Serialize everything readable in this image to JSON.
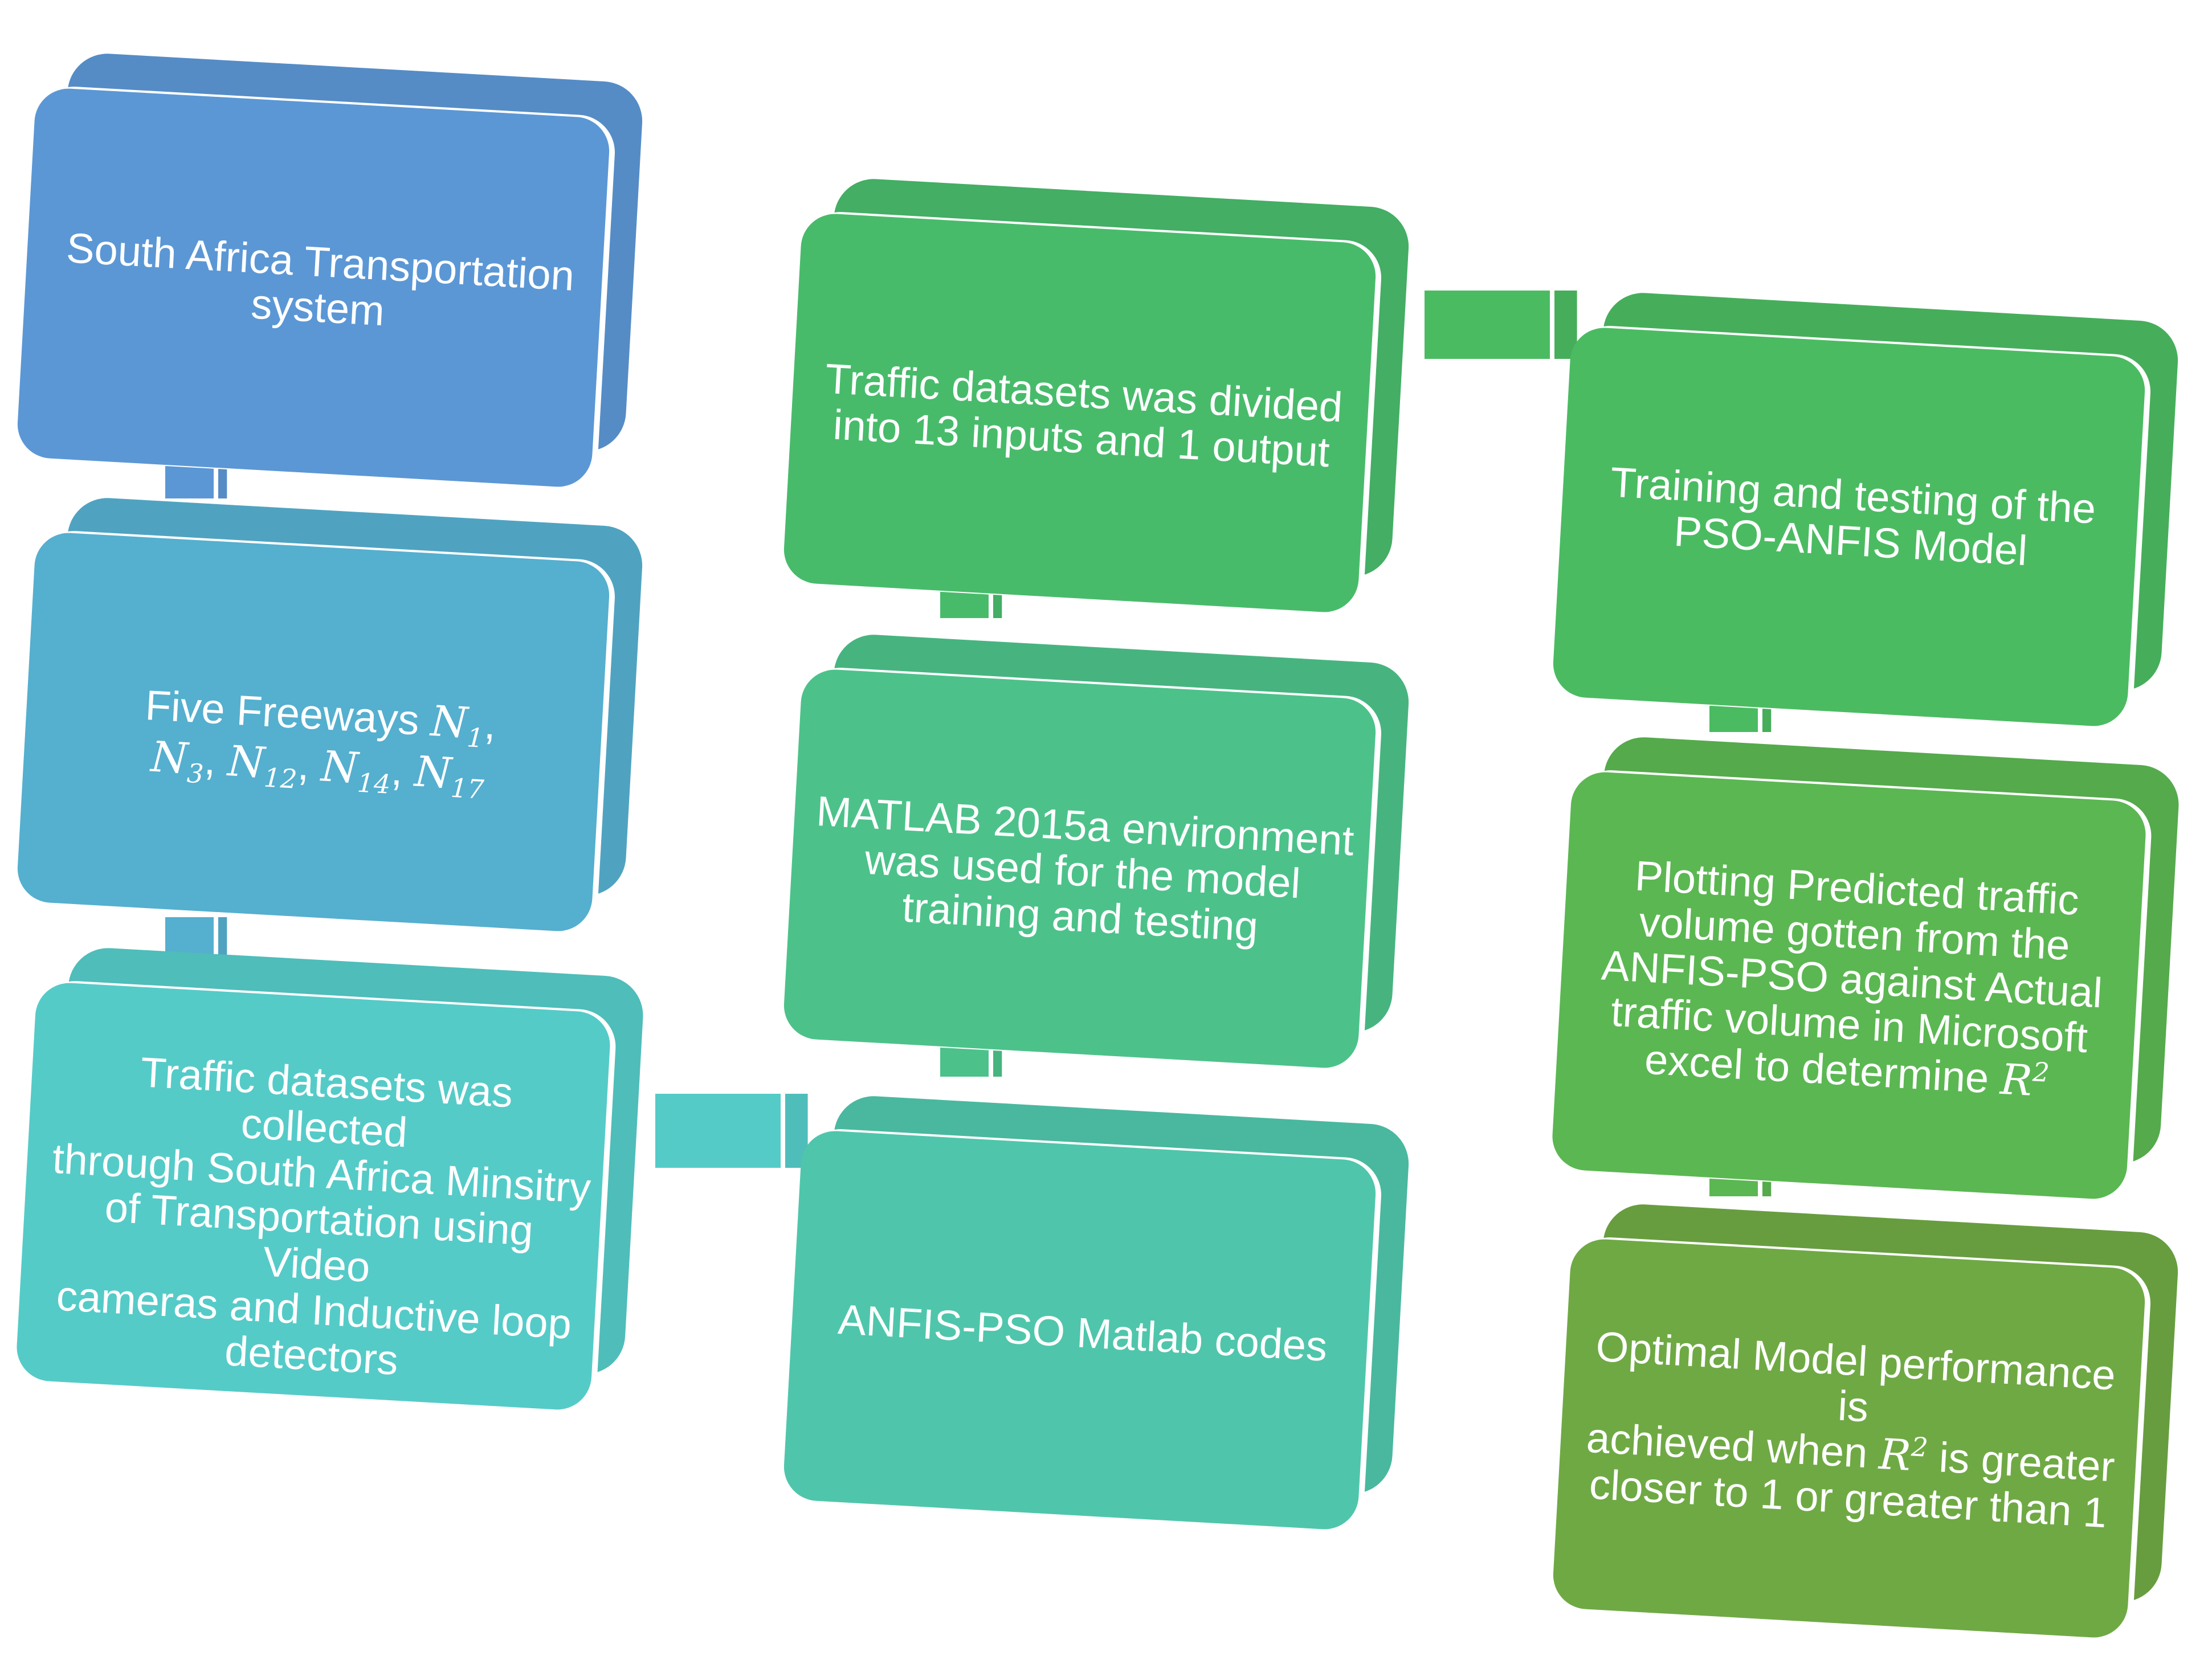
{
  "colors": {
    "blue1": "#5b97d5",
    "blue2": "#55afcf",
    "teal": "#55cbc8",
    "green_teal1": "#48bb6b",
    "green_teal2": "#4cc28a",
    "green_teal3": "#4fc6ab",
    "green1": "#4bbb62",
    "green2": "#5bb752",
    "olive": "#6fa944"
  },
  "boxes": {
    "south_africa": {
      "text": "South Africa Transportation\nsystem"
    },
    "five_freeways": {
      "text_prefix": "Five Freeways",
      "freeways": [
        "1",
        "3",
        "12",
        "14",
        "17"
      ],
      "var": "N"
    },
    "datasets_collected": {
      "text": "Traffic datasets was collected\nthrough South Africa Minsitry\nof Transportation using Video\ncameras and Inductive loop\ndetectors"
    },
    "datasets_divided": {
      "text": "Traffic datasets was divided\ninto 13 inputs and 1 output"
    },
    "matlab_env": {
      "text": "MATLAB 2015a environment\nwas used for the model\ntraining and testing"
    },
    "anfis_codes": {
      "text": "ANFIS-PSO Matlab codes"
    },
    "training_testing": {
      "text": "Training and testing of the\nPSO-ANFIS Model"
    },
    "plotting": {
      "text_main": "Plotting Predicted traffic\nvolume gotten from the\nANFIS-PSO against Actual\ntraffic volume in Microsoft\nexcel to determine ",
      "var": "R",
      "power": "2"
    },
    "optimal": {
      "line1": "Optimal Model performance is",
      "line2_pre": "achieved when ",
      "var": "R",
      "power": "2",
      "line2_post": " is greater",
      "line3": "closer to 1 or greater than 1"
    }
  }
}
